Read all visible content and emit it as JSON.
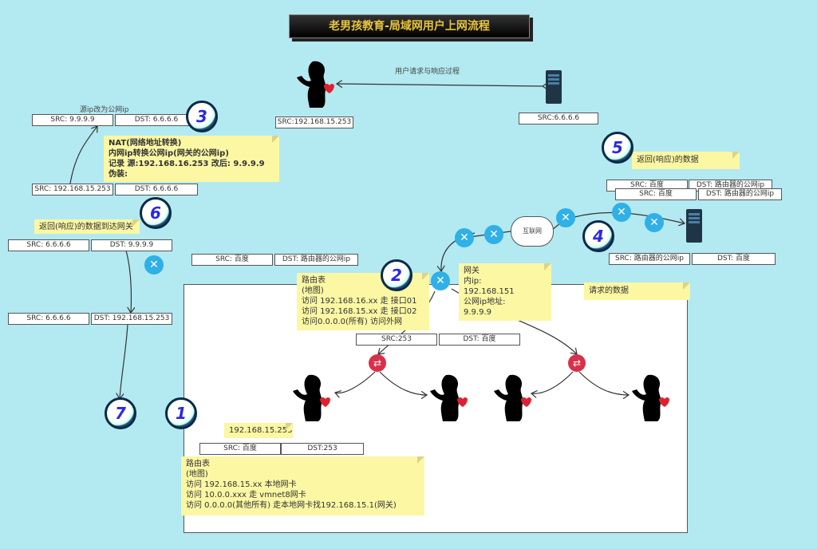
{
  "title": "老男孩教育-局域网用户上网流程",
  "top": {
    "caption": "用户请求与响应过程",
    "client_label": "SRC:192.168.15.253",
    "server_label": "SRC:6.6.6.6"
  },
  "left": {
    "nat_caption": "源ip改为公网ip",
    "pkt3": {
      "src": "SRC: 9.9.9.9",
      "dst": "DST:  6.6.6.6"
    },
    "nat_note": [
      "NAT(网络地址转换)",
      "内网ip转换公网ip(网关的公网ip)",
      "记录 源:192.168.16.253    改后: 9.9.9.9",
      "伪装:"
    ],
    "pkt6": {
      "src": "SRC: 192.168.15.253",
      "dst": "DST:  6.6.6.6"
    },
    "return_note": "返回(响应)的数据到达网关",
    "pkt_ret1": {
      "src": "SRC: 6.6.6.6",
      "dst": "DST: 9.9.9.9"
    },
    "pkt_ret2": {
      "src": "SRC: 6.6.6.6",
      "dst": "DST: 192.168.15.253"
    }
  },
  "steps": [
    "1",
    "2",
    "3",
    "4",
    "5",
    "6",
    "7"
  ],
  "middle": {
    "pkt_a": {
      "src": "SRC: 百度",
      "dst": "DST: 路由器的公网ip"
    },
    "route_note": [
      "路由表",
      "(地图)",
      "访问 192.168.16.xx 走 接口01",
      "访问 192.168.15.xx 走 接口02",
      "访问0.0.0.0(所有) 访问外网"
    ],
    "gateway_note": [
      "网关",
      "内ip:",
      "192.168.151",
      "公网ip地址:",
      "9.9.9.9"
    ],
    "pkt_b": {
      "src": "SRC:253",
      "dst": "DST: 百度"
    },
    "ip_note": "192.168.15.253",
    "pkt_c": {
      "src": "SRC: 百度",
      "dst": "DST:253"
    },
    "local_route_note": [
      "路由表",
      "(地图)",
      "访问 192.168.15.xx 本地网卡",
      "访问 10.0.0.xxx  走 vmnet8网卡",
      "访问 0.0.0.0(其他所有) 走本地网卡找192.168.15.1(网关)"
    ]
  },
  "right": {
    "cloud_label": "互联网",
    "response_note": "返回(响应)的数据",
    "pkt5a": {
      "src": "SRC: 百度",
      "dst": "DST: 路由器的公网ip"
    },
    "pkt5b": {
      "src": "SRC: 百度",
      "dst": "DST: 路由器的公网ip"
    },
    "pkt4": {
      "src": "SRC: 路由器的公网ip",
      "dst": "DST: 百度"
    },
    "request_note": "请求的数据"
  },
  "colors": {
    "background": "#b3e9f1",
    "note": "#fbf7a3",
    "router": "#2fb0e6",
    "switch": "#d9304a",
    "title_text": "#e8c53a"
  }
}
